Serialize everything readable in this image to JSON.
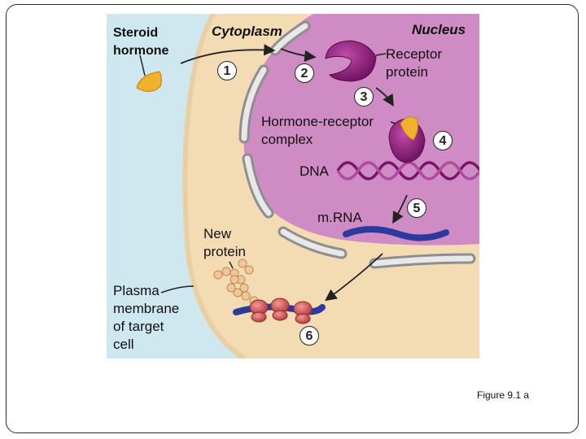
{
  "labels": {
    "steroid_hormone": "Steroid\nhormone",
    "cytoplasm": "Cytoplasm",
    "nucleus": "Nucleus",
    "receptor_protein": "Receptor\nprotein",
    "hormone_receptor_complex": "Hormone-receptor\ncomplex",
    "dna": "DNA",
    "mrna": "m.RNA",
    "new_protein": "New\nprotein",
    "plasma_membrane": "Plasma\nmembrane\nof target\ncell"
  },
  "steps": [
    "1",
    "2",
    "3",
    "4",
    "5",
    "6"
  ],
  "caption": "Figure 9.1 a",
  "colors": {
    "extracellular": "#cfe8f0",
    "cytoplasm": "#f3dcb4",
    "nucleus": "#cf8bc3",
    "hormone": "#f2b12c",
    "receptor": "#8b1a78",
    "mrna": "#2b3a9c",
    "ribosome": "#c9484b"
  }
}
